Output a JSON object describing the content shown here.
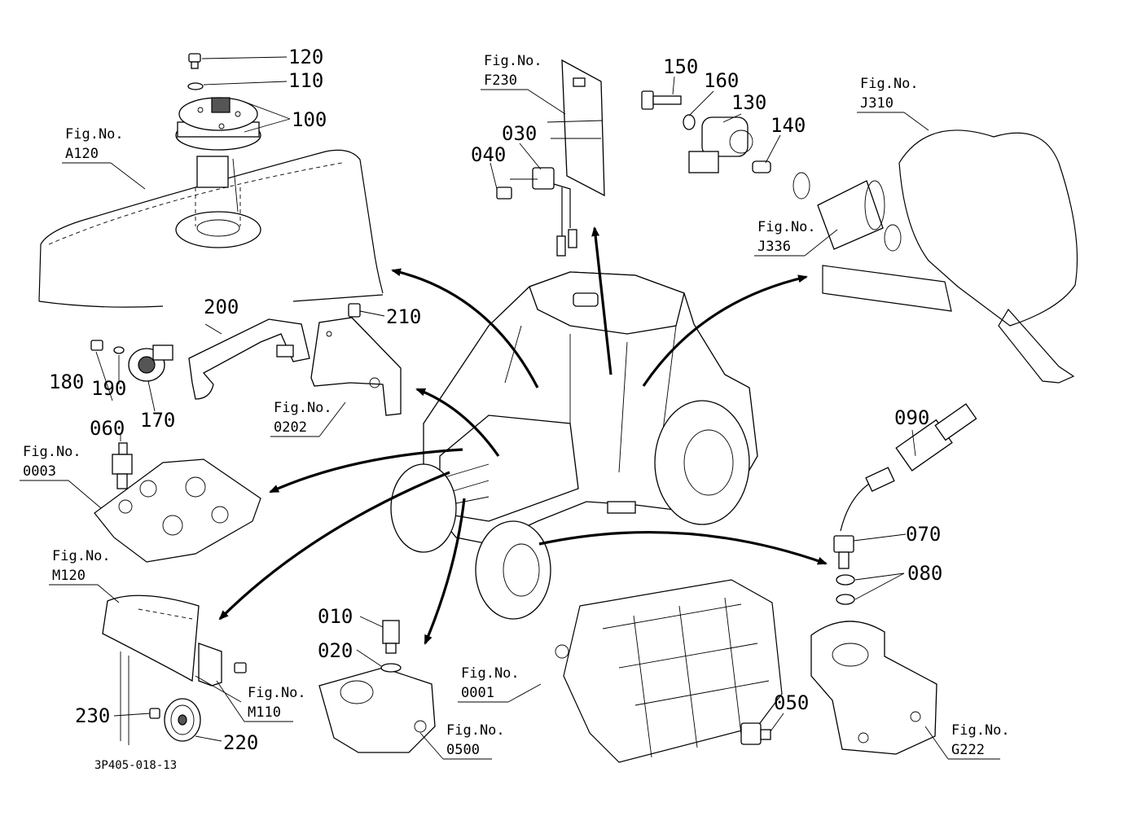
{
  "diagram_code": "3P405-018-13",
  "parts": {
    "p010": "010",
    "p020": "020",
    "p030": "030",
    "p040": "040",
    "p050": "050",
    "p060": "060",
    "p070": "070",
    "p080": "080",
    "p090": "090",
    "p100": "100",
    "p110": "110",
    "p120": "120",
    "p130": "130",
    "p140": "140",
    "p150": "150",
    "p160": "160",
    "p170": "170",
    "p180": "180",
    "p190": "190",
    "p200": "200",
    "p210": "210",
    "p220": "220",
    "p230": "230"
  },
  "fig_refs": {
    "prefix": "Fig.No.",
    "a120": "A120",
    "f230": "F230",
    "j310": "J310",
    "j336": "J336",
    "f0202": "0202",
    "f0003": "0003",
    "m120": "M120",
    "m110": "M110",
    "f0500": "0500",
    "f0001": "0001",
    "g222": "G222"
  }
}
